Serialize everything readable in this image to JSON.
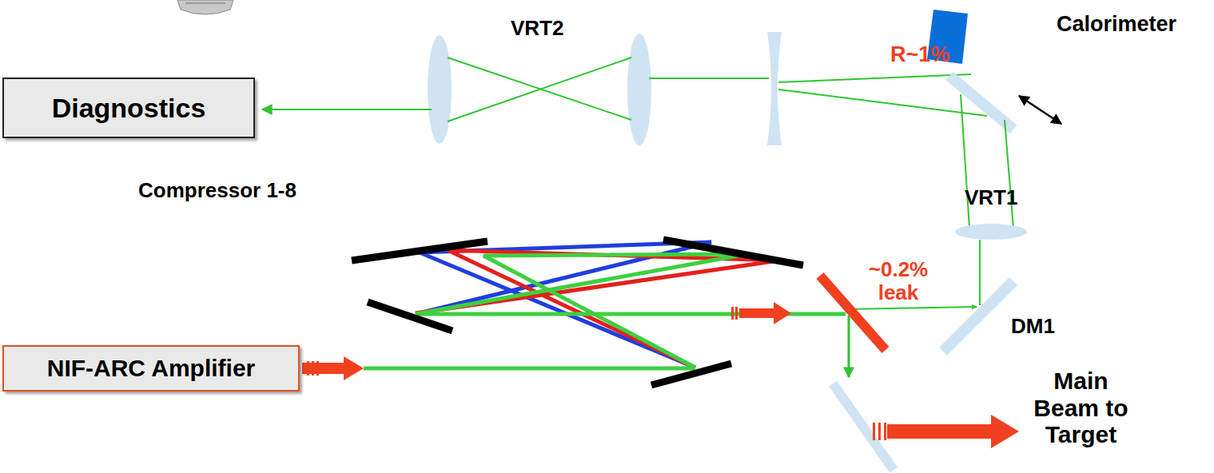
{
  "diagram": {
    "nodes": [
      {
        "text": [
          "Diagnostics"
        ]
      },
      {
        "text": [
          "NIF-ARC Amplifier"
        ]
      }
    ],
    "labels": [
      "Calorimeter",
      "R~1%",
      "VRT2",
      "Compressor 1-8",
      "VRT1",
      "~0.2% leak",
      "DM1",
      "Main Beam to Target"
    ]
  }
}
